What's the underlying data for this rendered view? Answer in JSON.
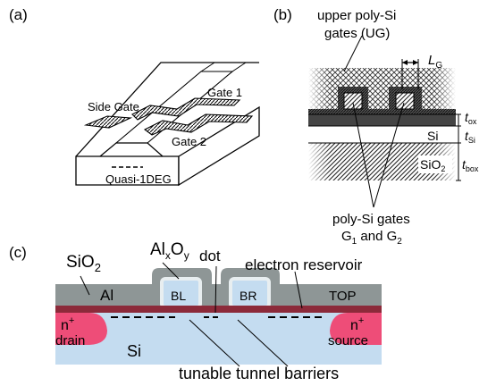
{
  "panel_a": {
    "tag": "(a)",
    "side_gate": "Side Gate",
    "gate1": "Gate 1",
    "gate2": "Gate 2",
    "channel": "Quasi-1DEG"
  },
  "panel_b": {
    "tag": "(b)",
    "ug_line1": "upper poly-Si",
    "ug_line2": "gates (UG)",
    "lg": "L",
    "lg_sub": "G",
    "tox": "t",
    "tox_sub": "ox",
    "si": "Si",
    "tsi": "t",
    "tsi_sub": "Si",
    "sio2": "SiO",
    "sio2_sub": "2",
    "tbox": "t",
    "tbox_sub": "box",
    "poly_line1": "poly-Si gates",
    "poly_line2_a": "G",
    "poly_line2_sub1": "1",
    "poly_line2_b": " and G",
    "poly_line2_sub2": "2"
  },
  "panel_c": {
    "tag": "(c)",
    "sio2": "SiO",
    "sio2_sub": "2",
    "alxoy_a": "Al",
    "alxoy_x": "x",
    "alxoy_b": "O",
    "alxoy_y": "y",
    "dot": "dot",
    "reservoir": "electron reservoir",
    "al": "Al",
    "bl": "BL",
    "br": "BR",
    "top": "TOP",
    "nplus": "n",
    "nplus_sup": "+",
    "drain": "drain",
    "source": "source",
    "si": "Si",
    "barriers": "tunable tunnel barriers"
  },
  "colors": {
    "al_gray": "#8e9696",
    "oxide_dark_red": "#8c2a3a",
    "doped_pink": "#ee4d78",
    "substrate_blue": "#c4dcf0"
  }
}
